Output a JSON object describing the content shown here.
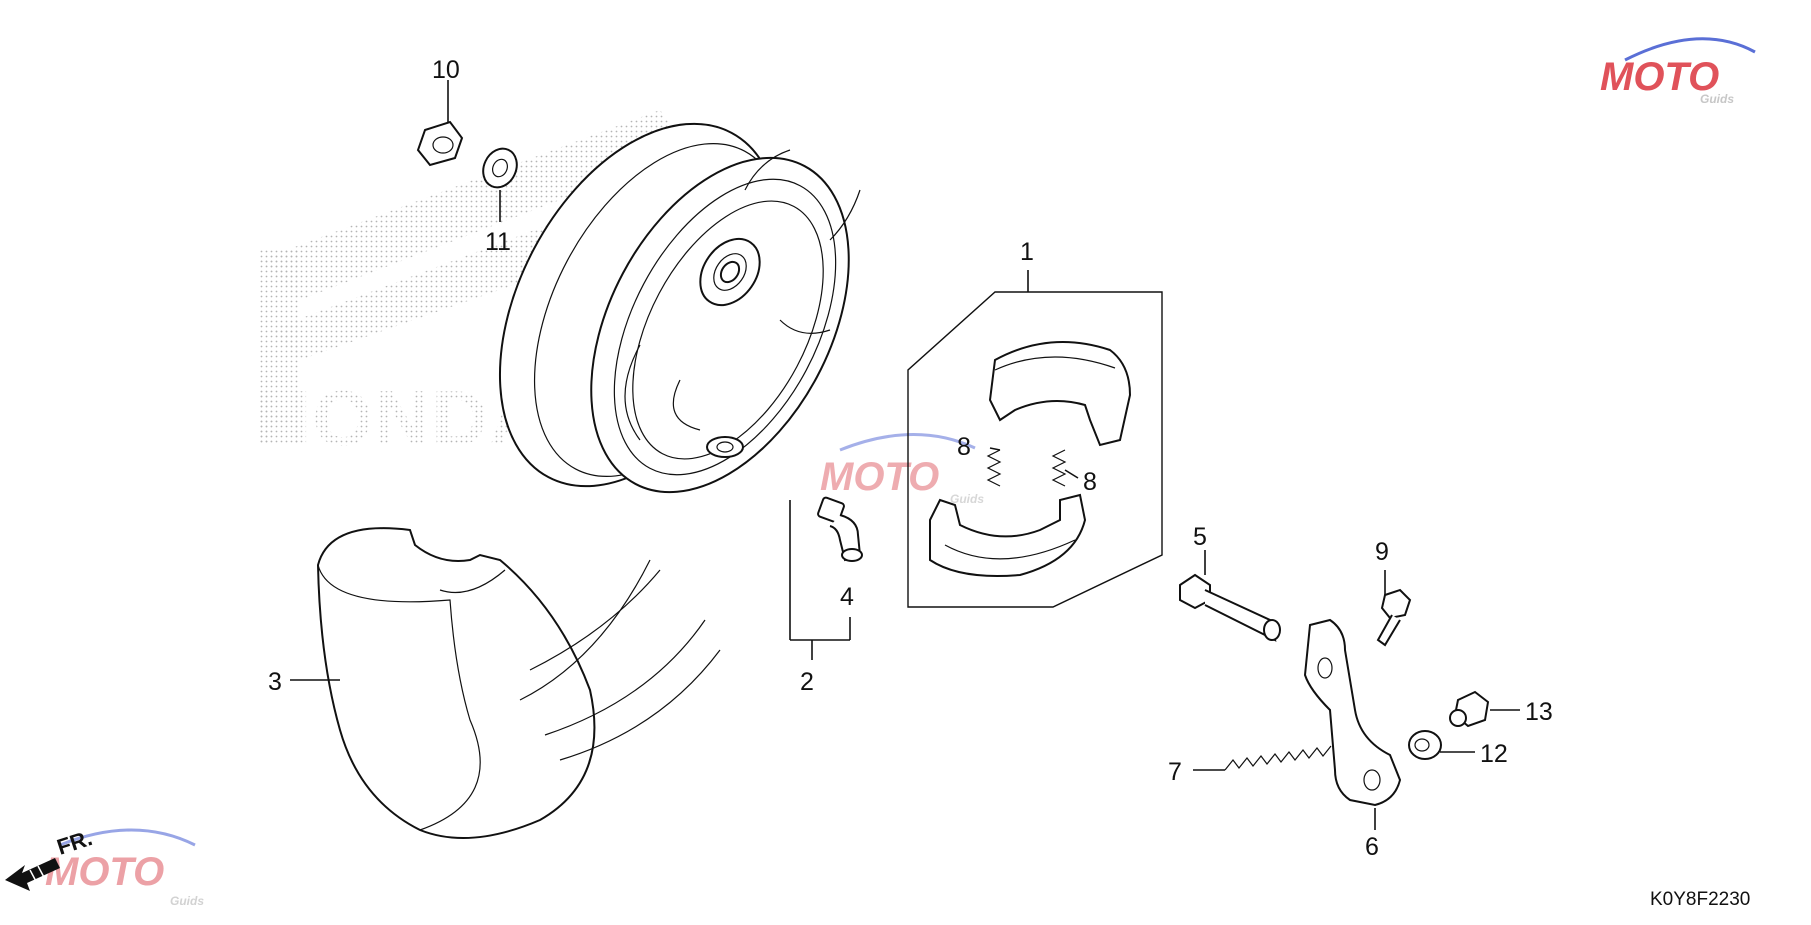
{
  "diagram": {
    "callouts": [
      "1",
      "2",
      "3",
      "4",
      "5",
      "6",
      "7",
      "8",
      "8",
      "9",
      "10",
      "11",
      "12",
      "13"
    ],
    "diagram_code": "K0Y8F2230",
    "front_label": "FR.",
    "watermark": {
      "main": "MOTO",
      "sub": "Guids"
    },
    "background_logo_text": "HONDA",
    "colors": {
      "line": "#111111",
      "watermark_red": "#e0525a",
      "watermark_blue": "#5a6fd6",
      "watermark_gray": "#c7c7c7",
      "stipple": "#bbbbbb"
    }
  }
}
